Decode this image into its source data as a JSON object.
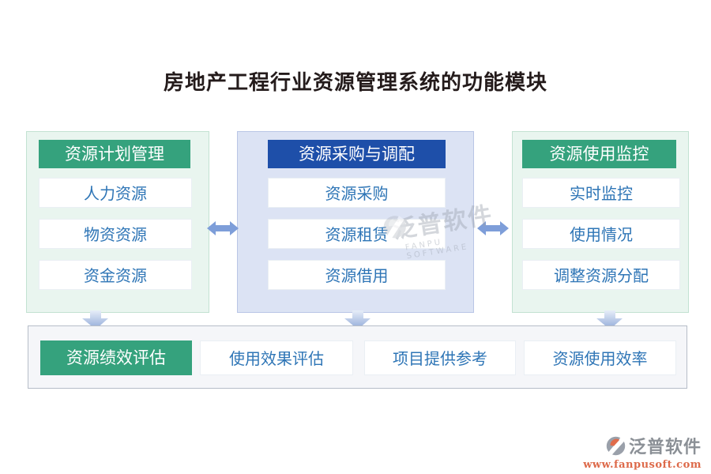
{
  "title": "房地产工程行业资源管理系统的功能模块",
  "columns": [
    {
      "header": "资源计划管理",
      "items": [
        "人力资源",
        "物资资源",
        "资金资源"
      ]
    },
    {
      "header": "资源采购与调配",
      "items": [
        "资源采购",
        "资源租赁",
        "资源借用"
      ]
    },
    {
      "header": "资源使用监控",
      "items": [
        "实时监控",
        "使用情况",
        "调整资源分配"
      ]
    }
  ],
  "bottom_row": {
    "header": "资源绩效评估",
    "items": [
      "使用效果评估",
      "项目提供参考",
      "资源使用效率"
    ]
  },
  "watermark": {
    "text": "泛普软件",
    "subtext": "FANPU SOFTWARE"
  },
  "brand": {
    "name": "泛普软件",
    "url": "www.fanpusoft.com"
  },
  "colors": {
    "green_header": "#35a27d",
    "blue_header": "#1e4fa9",
    "green_panel_bg": "#e9f5ef",
    "blue_panel_bg": "#dce3f4",
    "bottom_panel_bg": "#f5f6f9",
    "item_text": "#2e75b6",
    "arrow": "#7e9ed9",
    "brand_url_text": "#dd6a4a"
  }
}
